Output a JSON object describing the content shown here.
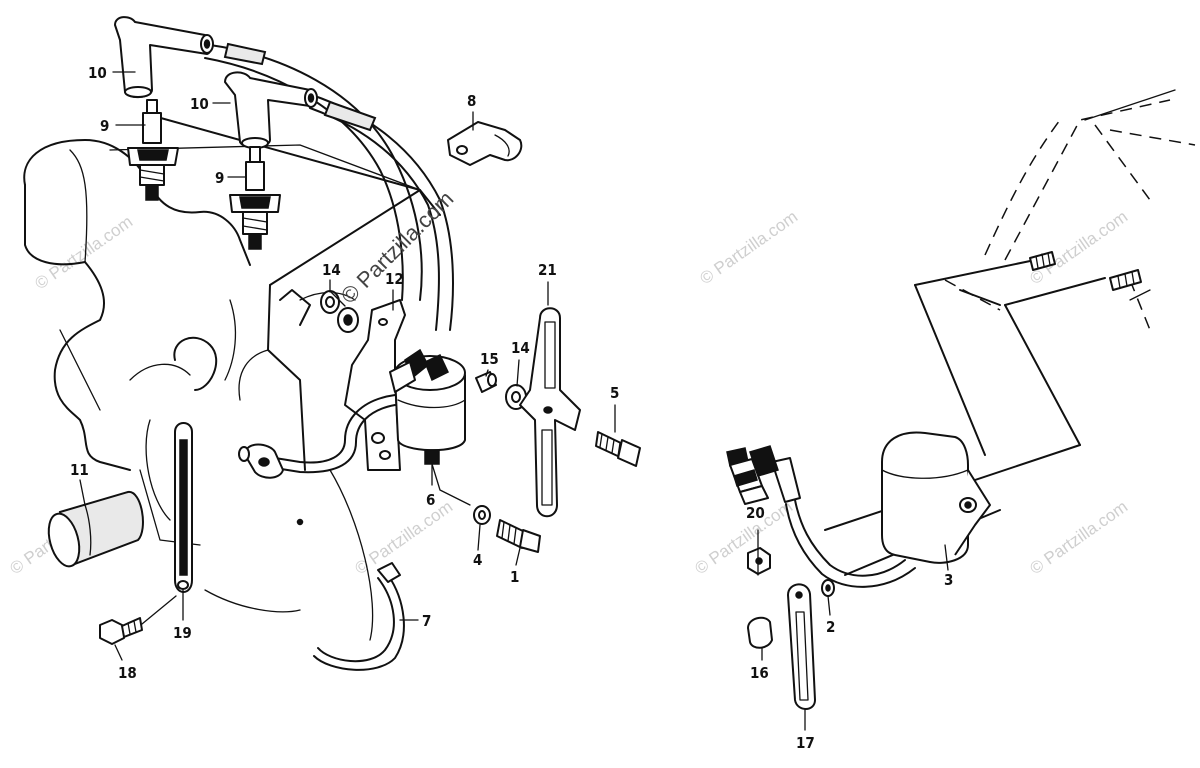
{
  "watermark": {
    "text": "© Partzilla.com",
    "center_text": "© Partzilla.com"
  },
  "callouts": {
    "c1": "1",
    "c2": "2",
    "c3": "3",
    "c4": "4",
    "c5": "5",
    "c6": "6",
    "c7": "7",
    "c8": "8",
    "c9a": "9",
    "c9b": "9",
    "c10a": "10",
    "c10b": "10",
    "c11": "11",
    "c12": "12",
    "c14a": "14",
    "c14b": "14",
    "c15": "15",
    "c16": "16",
    "c17": "17",
    "c18": "18",
    "c19": "19",
    "c20": "20",
    "c21": "21"
  }
}
